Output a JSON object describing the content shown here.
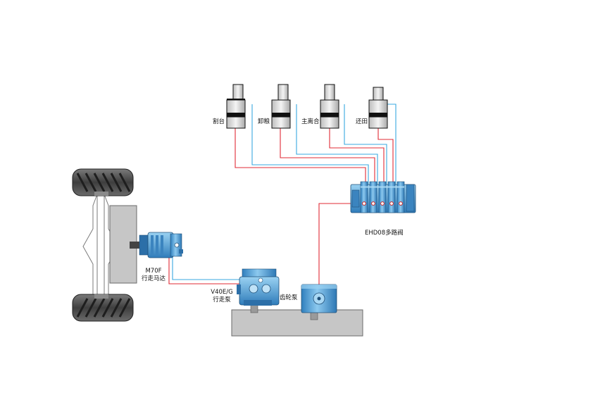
{
  "labels": {
    "cyl1": "割台",
    "cyl2": "卸粮",
    "cyl3": "主离合",
    "cyl4": "还田",
    "valve": "EHD08多路阀",
    "motor_model": "M70F",
    "motor_name": "行走马达",
    "pump_model": "V40E/G",
    "pump_name": "行走泵",
    "gear_pump": "齿轮泵"
  },
  "colors": {
    "pressure_line": "#e02b36",
    "return_line": "#3aa8e0",
    "hydraulic_blue": "#5aa7d8",
    "housing_gray": "#c6c6c6",
    "tire": "#4a4a4a"
  }
}
